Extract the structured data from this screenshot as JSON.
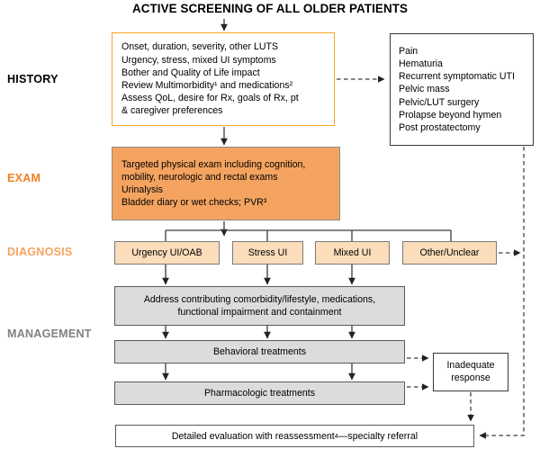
{
  "title": "ACTIVE SCREENING OF ALL OLDER PATIENTS",
  "stages": {
    "history": "HISTORY",
    "exam": "EXAM",
    "diagnosis": "DIAGNOSIS",
    "management": "MANAGEMENT"
  },
  "colors": {
    "history_border": "#F5A623",
    "exam_fill": "#F4A460",
    "diagnosis_fill": "#FBDDBB",
    "management_fill": "#DCDCDC",
    "exam_label": "#F08020",
    "diagnosis_label": "#F4A460",
    "management_label": "#808080",
    "line": "#3a3a3a"
  },
  "history_box": {
    "lines": [
      "Onset, duration, severity, other LUTS",
      "Urgency, stress, mixed UI symptoms",
      "Bother and Quality of Life impact",
      "Review Multimorbidity¹ and medications²",
      "Assess QoL, desire for Rx, goals of Rx, pt",
      "& caregiver preferences"
    ],
    "footnote_markers": [
      "1",
      "2"
    ]
  },
  "red_flags_box": {
    "lines": [
      "Pain",
      "Hematuria",
      "Recurrent symptomatic UTI",
      "Pelvic mass",
      "Pelvic/LUT surgery",
      "Prolapse beyond hymen",
      "Post prostatectomy"
    ]
  },
  "exam_box": {
    "lines": [
      "Targeted physical exam including cognition,",
      "mobility, neurologic and rectal exams",
      "Urinalysis",
      "Bladder diary or wet checks; PVR³"
    ],
    "footnote_markers": [
      "3"
    ]
  },
  "diagnosis_boxes": [
    {
      "label": "Urgency UI/OAB"
    },
    {
      "label": "Stress UI"
    },
    {
      "label": "Mixed UI"
    },
    {
      "label": "Other/Unclear"
    }
  ],
  "management_boxes": [
    {
      "id": "address",
      "lines": [
        "Address contributing comorbidity/lifestyle, medications,",
        "functional impairment and containment"
      ]
    },
    {
      "id": "behavioral",
      "lines": [
        "Behavioral treatments"
      ]
    },
    {
      "id": "pharmacologic",
      "lines": [
        "Pharmacologic treatments"
      ]
    }
  ],
  "inadequate_box": {
    "lines": [
      "Inadequate",
      "response"
    ]
  },
  "referral_box": {
    "text_before": "Detailed evaluation with reassessment",
    "footnote": "4",
    "text_after": "—specialty referral"
  }
}
